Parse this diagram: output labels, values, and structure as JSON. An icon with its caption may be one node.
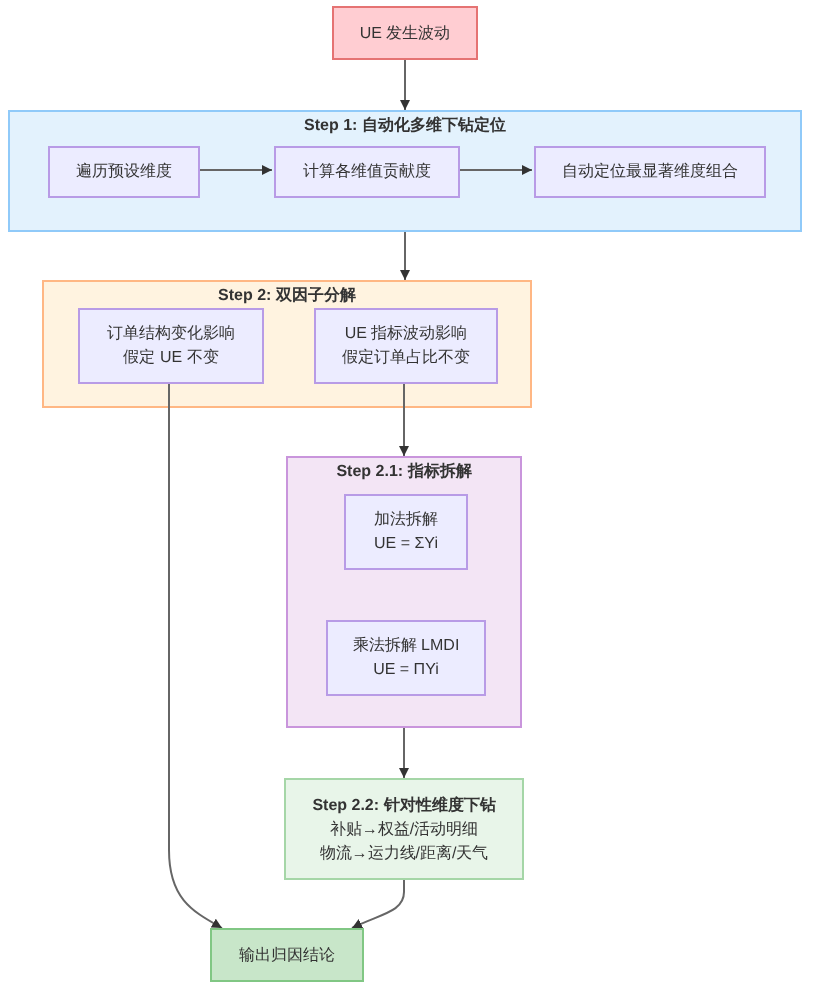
{
  "diagram": {
    "nodes": [
      {
        "text": [
          "UE 发生波动"
        ]
      },
      {
        "text": [
          "Step 1: 自动化多维下钻定位"
        ]
      },
      {
        "text": [
          "遍历预设维度"
        ],
        "in": 1
      },
      {
        "text": [
          "计算各维值贡献度"
        ],
        "in": 1
      },
      {
        "text": [
          "自动定位最显著维度组合"
        ],
        "in": 1
      },
      {
        "text": [
          "Step 2: 双因子分解"
        ]
      },
      {
        "text": [
          "订单结构变化影响",
          "假定 UE 不变"
        ],
        "in": 5
      },
      {
        "text": [
          "UE 指标波动影响",
          "假定订单占比不变"
        ],
        "in": 5
      },
      {
        "text": [
          "Step 2.1: 指标拆解"
        ]
      },
      {
        "text": [
          "加法拆解",
          "UE = ΣYi"
        ],
        "in": 8
      },
      {
        "text": [
          "乘法拆解 LMDI",
          "UE = ΠYi"
        ],
        "in": 8
      },
      {
        "text": [
          "Step 2.2: 针对性维度下钻",
          "补贴→权益/活动明细",
          "物流→运力线/距离/天气"
        ]
      },
      {
        "text": [
          "输出归因结论"
        ]
      }
    ],
    "edges": [
      {
        "from": 0,
        "to": 1,
        "arrow": "to"
      },
      {
        "from": 2,
        "to": 3,
        "arrow": "to"
      },
      {
        "from": 3,
        "to": 4,
        "arrow": "to"
      },
      {
        "from": 1,
        "to": 5,
        "arrow": "to"
      },
      {
        "from": 7,
        "to": 8,
        "arrow": "to"
      },
      {
        "from": 8,
        "to": 11,
        "arrow": "to"
      },
      {
        "from": 6,
        "to": 12,
        "arrow": "to"
      },
      {
        "from": 11,
        "to": 12,
        "arrow": "to"
      }
    ]
  }
}
